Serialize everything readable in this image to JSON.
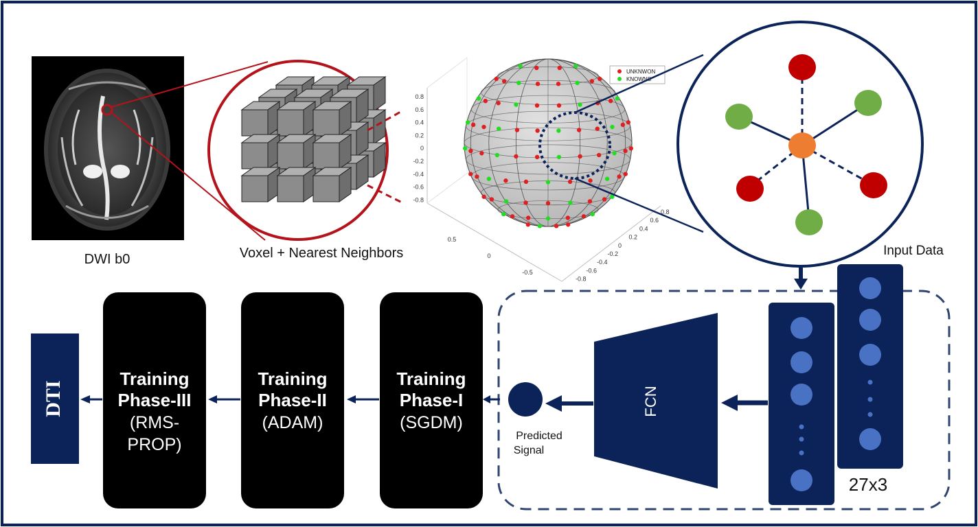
{
  "colors": {
    "navy": "#0b2358",
    "red_accent": "#b3131b",
    "node_red": "#c00000",
    "node_green": "#70ad47",
    "node_orange": "#ed7d31",
    "neuron": "#4a72c4",
    "cube_gray": "#8c8c8c",
    "sphere_gray": "#c8c8c8",
    "known_point": "#22dd22",
    "unknown_point": "#e02020"
  },
  "brain": {
    "caption": "DWI b0"
  },
  "voxel": {
    "caption": "Voxel + Nearest Neighbors"
  },
  "sphere": {
    "legend": [
      "UNKNWON",
      "KNOWNS"
    ],
    "z_ticks": [
      "0.8",
      "0.6",
      "0.4",
      "0.2",
      "0",
      "-0.2",
      "-0.4",
      "-0.6",
      "-0.8"
    ],
    "x_ticks": [
      "0.5",
      "0",
      "-0.5"
    ],
    "y_ticks": [
      "0.8",
      "0.6",
      "0.4",
      "0.2",
      "0",
      "-0.2",
      "-0.4",
      "-0.6",
      "-0.8"
    ]
  },
  "input": {
    "label": "Input Data",
    "shape": "27x3"
  },
  "fcn": {
    "label": "FCN"
  },
  "output": {
    "label_line1": "Predicted",
    "label_line2": "Signal"
  },
  "phases": [
    {
      "title1": "Training",
      "title2": "Phase-I",
      "sub1": "(SGDM)",
      "sub2": ""
    },
    {
      "title1": "Training",
      "title2": "Phase-II",
      "sub1": "(ADAM)",
      "sub2": ""
    },
    {
      "title1": "Training",
      "title2": "Phase-III",
      "sub1": "(RMS-",
      "sub2": "PROP)"
    }
  ],
  "result": {
    "label": "DTI"
  }
}
